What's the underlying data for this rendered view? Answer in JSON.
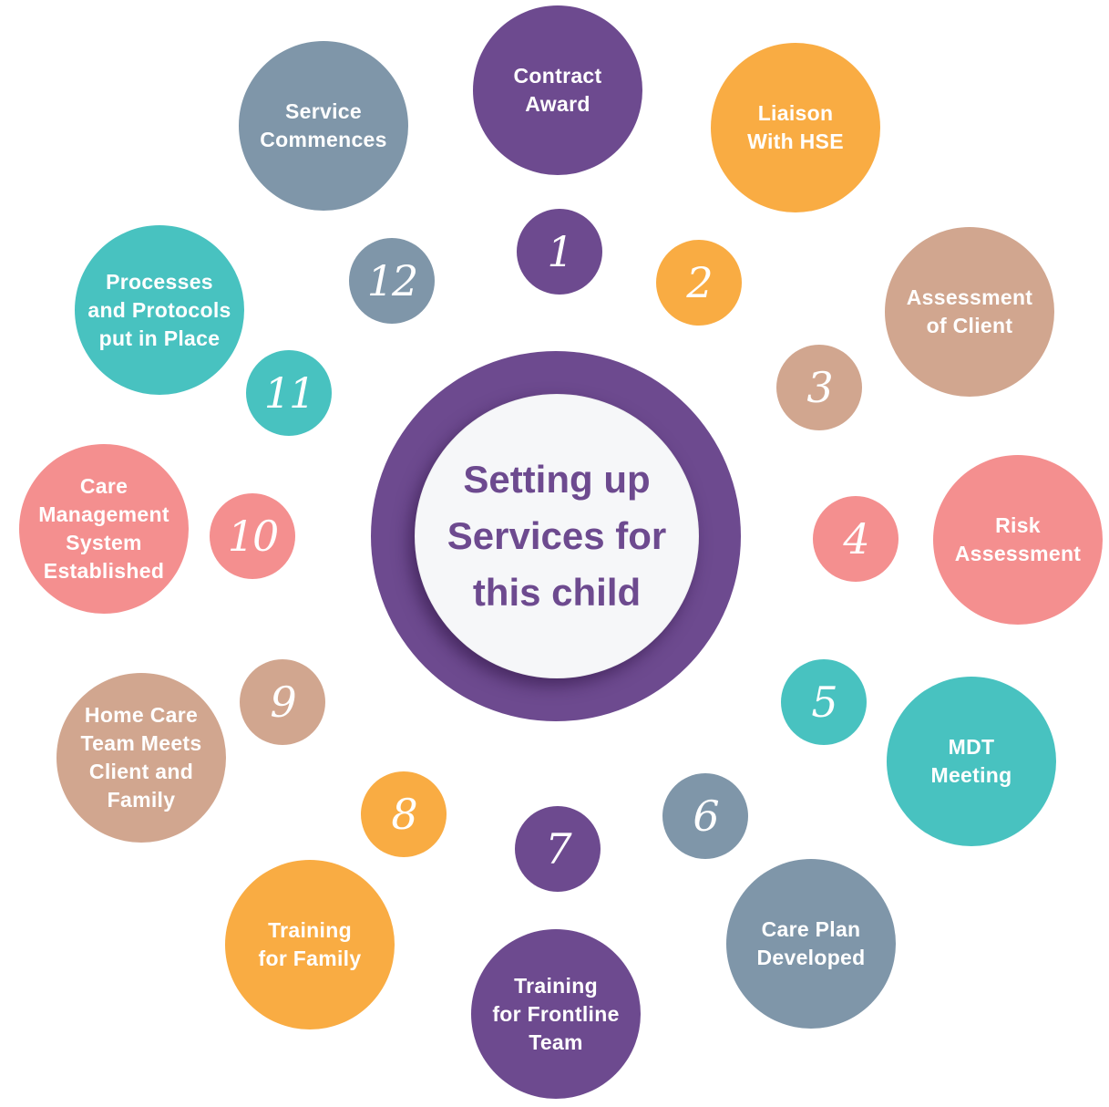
{
  "center": {
    "title": "Setting up\nServices for\nthis child"
  },
  "colors": {
    "purple": "#6d4a8f",
    "orange": "#f9ac43",
    "tan": "#d1a68f",
    "pink": "#f48f8f",
    "teal": "#48c2c0",
    "slate": "#7f96a9"
  },
  "steps": [
    {
      "number": "1",
      "label": "Contract\nAward",
      "color": "#6d4a8f"
    },
    {
      "number": "2",
      "label": "Liaison\nWith HSE",
      "color": "#f9ac43"
    },
    {
      "number": "3",
      "label": "Assessment\nof Client",
      "color": "#d1a68f"
    },
    {
      "number": "4",
      "label": "Risk\nAssessment",
      "color": "#f48f8f"
    },
    {
      "number": "5",
      "label": "MDT\nMeeting",
      "color": "#48c2c0"
    },
    {
      "number": "6",
      "label": "Care Plan\nDeveloped",
      "color": "#7f96a9"
    },
    {
      "number": "7",
      "label": "Training\nfor Frontline\nTeam",
      "color": "#6d4a8f"
    },
    {
      "number": "8",
      "label": "Training\nfor Family",
      "color": "#f9ac43"
    },
    {
      "number": "9",
      "label": "Home Care\nTeam Meets\nClient and\nFamily",
      "color": "#d1a68f"
    },
    {
      "number": "10",
      "label": "Care\nManagement\nSystem\nEstablished",
      "color": "#f48f8f"
    },
    {
      "number": "11",
      "label": "Processes\nand Protocols\nput in Place",
      "color": "#48c2c0"
    },
    {
      "number": "12",
      "label": "Service\nCommences",
      "color": "#7f96a9"
    }
  ]
}
